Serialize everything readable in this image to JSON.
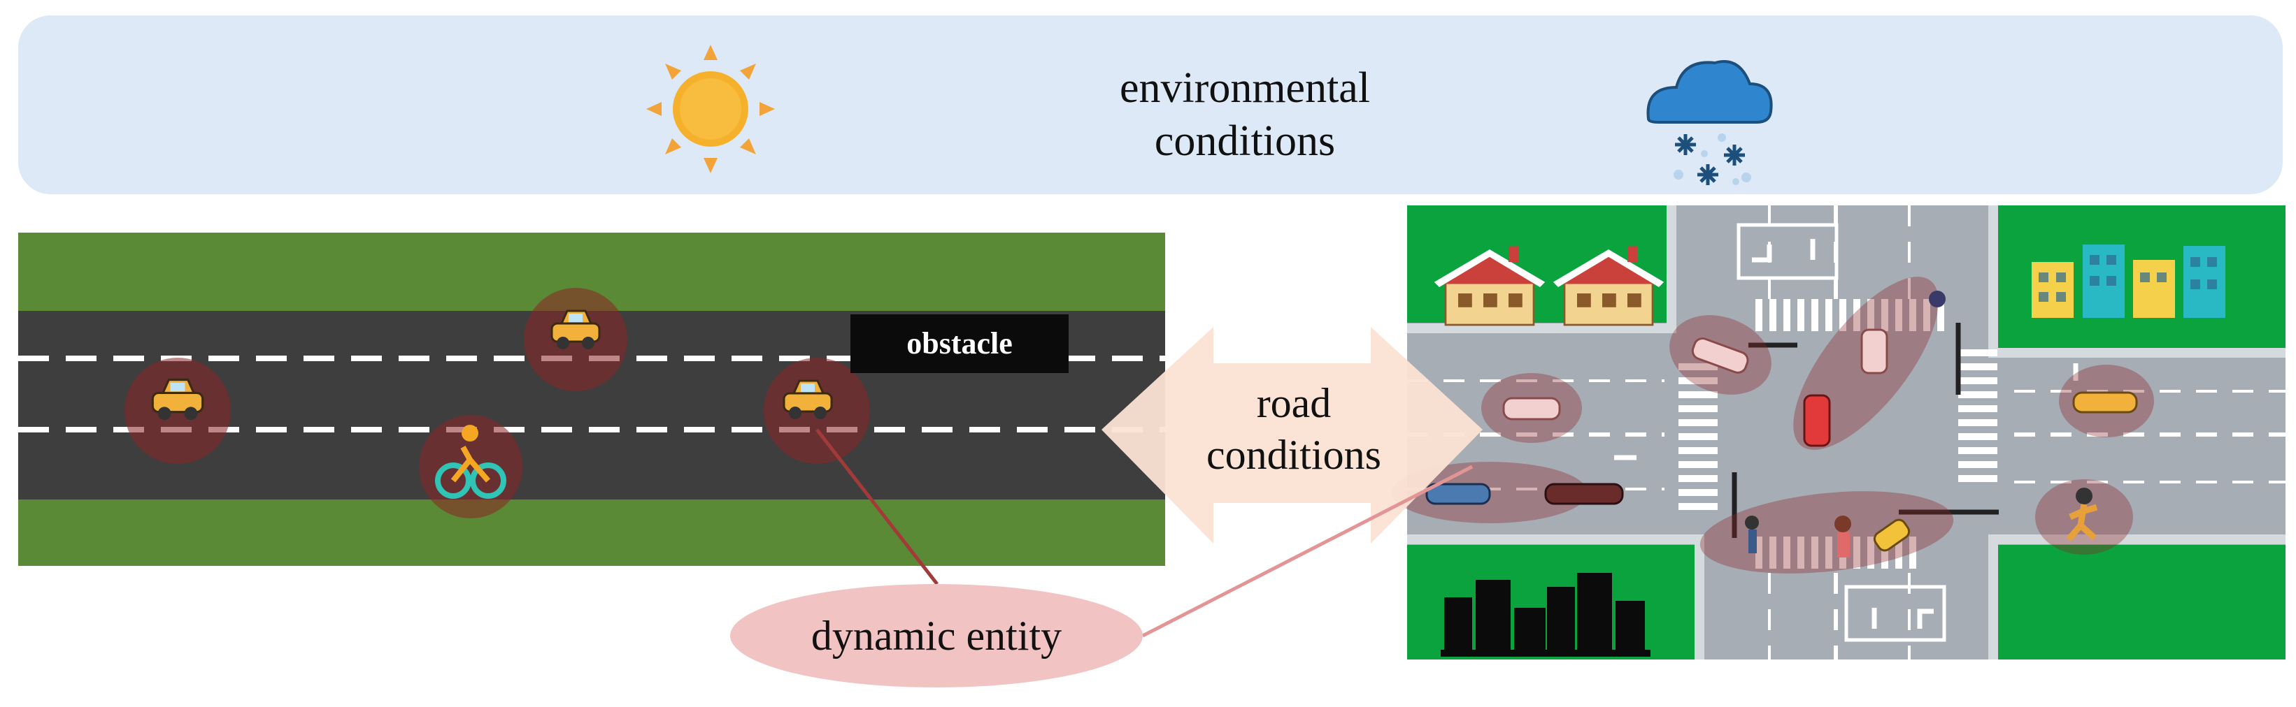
{
  "labels": {
    "environmental": "environmental\nconditions",
    "road": "road\nconditions",
    "obstacle": "obstacle",
    "dynamic_entity": "dynamic entity"
  },
  "colors": {
    "banner": "#dde9f6",
    "grass_dark": "#5b8a36",
    "grass_bright": "#0aa33e",
    "asphalt": "#3e3e3e",
    "intersection_road": "#a6adb5",
    "entity_highlight": "#8b2424",
    "entity_ellipse": "#f2c3c3",
    "arrow_fill": "#fbe3d4",
    "connector_line": "#c44a4a",
    "sun": "#f6b12c",
    "cloud": "#2f86cf"
  },
  "icons": [
    "sun-icon",
    "snow-cloud-icon",
    "car-icon",
    "bicycle-icon",
    "double-arrow-icon",
    "house-icon",
    "building-icon",
    "city-skyline-icon",
    "pedestrian-icon"
  ]
}
